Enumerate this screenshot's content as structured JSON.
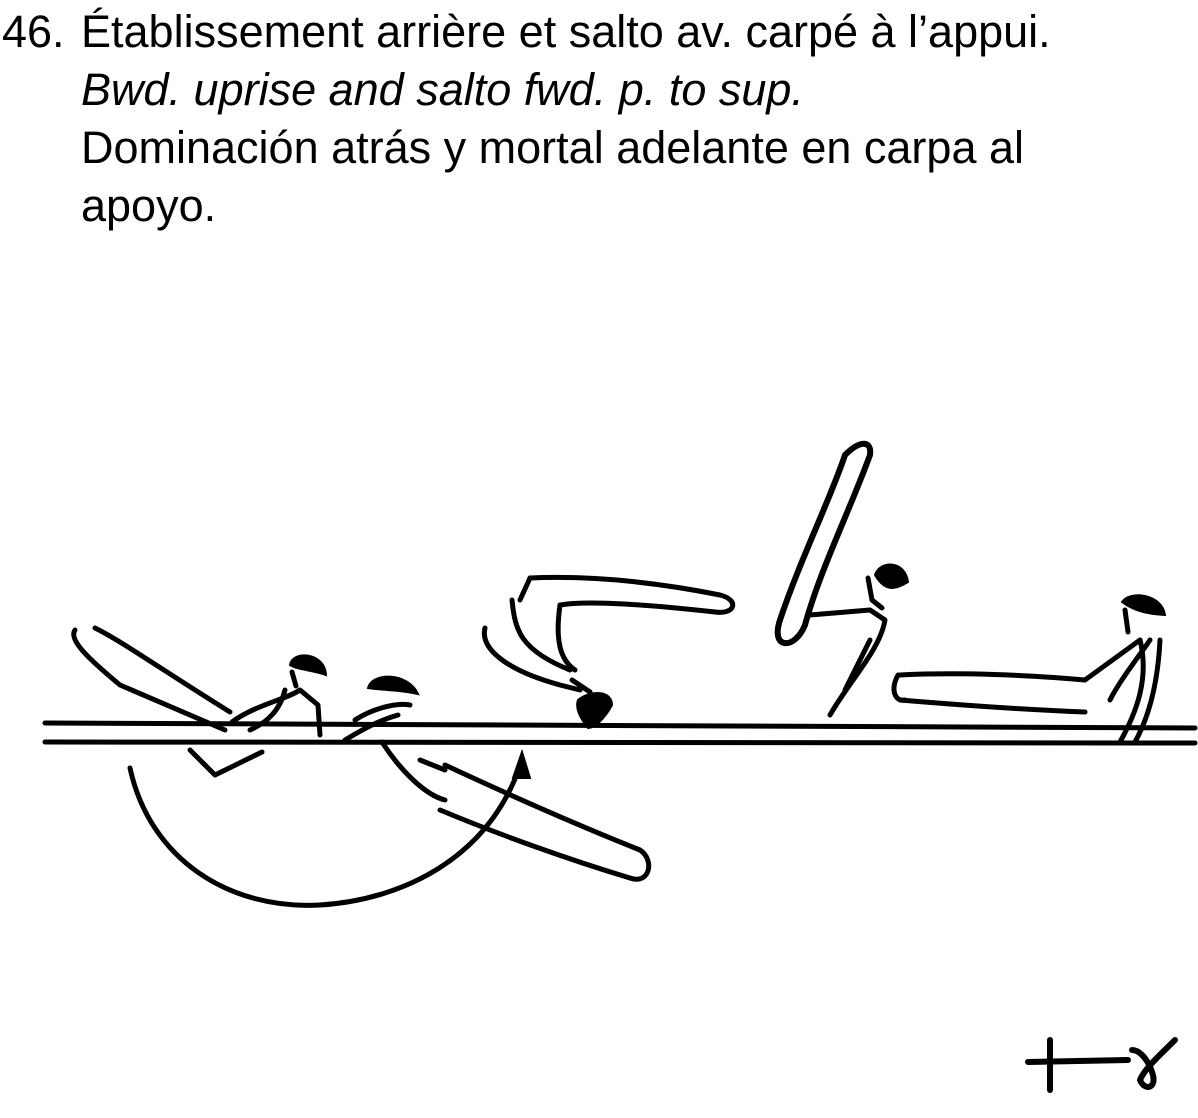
{
  "entry": {
    "number": "46.",
    "lines": {
      "fr": "Établissement arrière et salto av. carpé à l’appui.",
      "en": "Bwd. uprise and salto fwd. p. to sup.",
      "es_1": "Dominación atrás y mortal adelante en carpa al",
      "es_2": "apoyo."
    }
  },
  "illustration": {
    "type": "gymnast-sequence-drawing",
    "figures": 5,
    "apparatus": "bar",
    "symbol": "notation-mark-icon"
  }
}
